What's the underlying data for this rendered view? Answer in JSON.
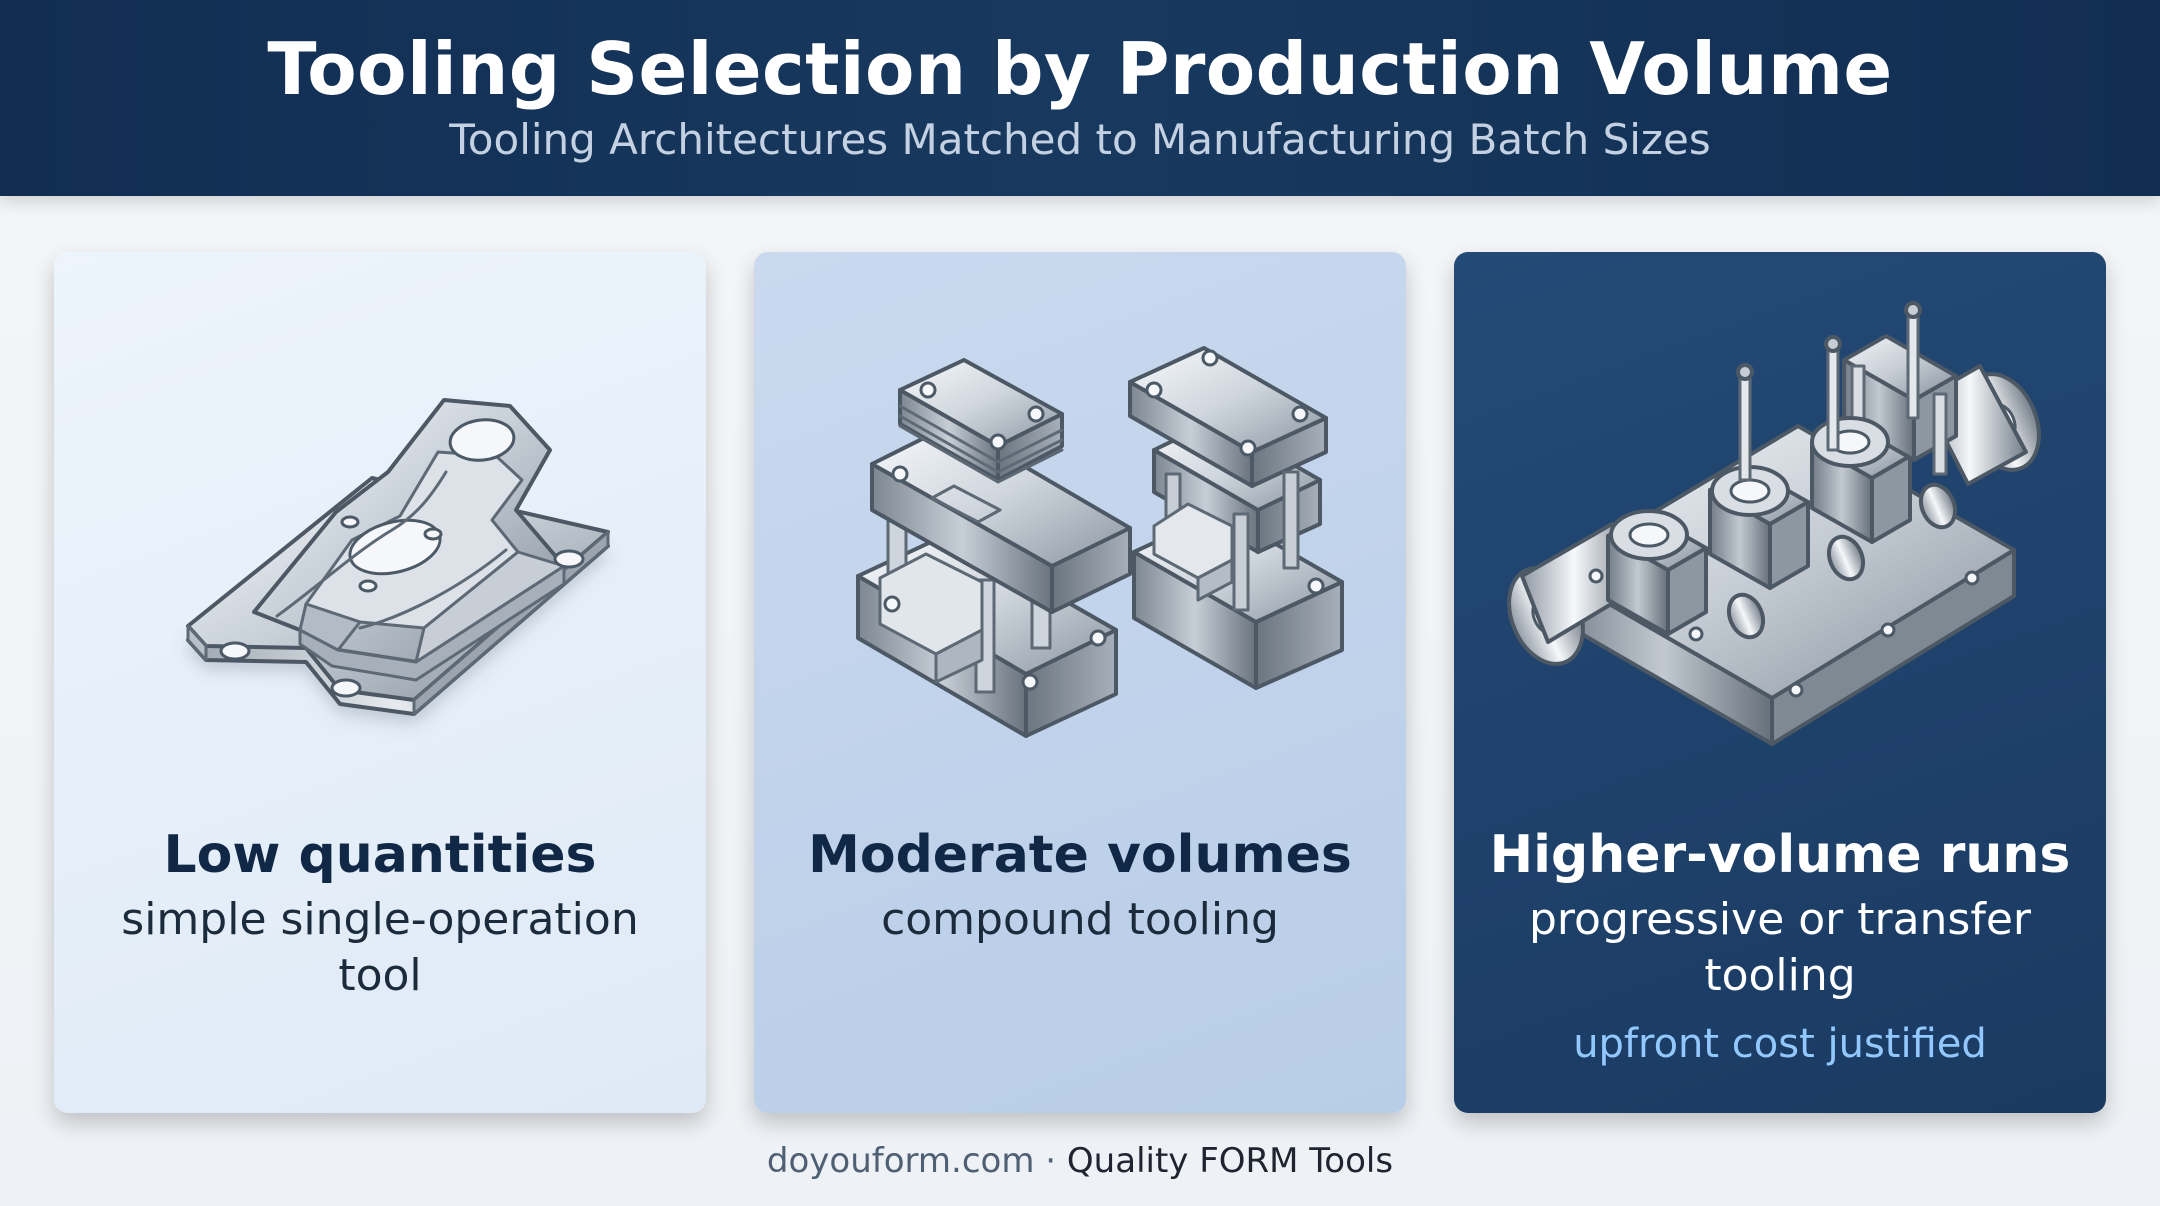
{
  "header": {
    "title": "Tooling Selection by Production Volume",
    "subtitle": "Tooling Architectures Matched to Manufacturing Batch Sizes"
  },
  "cards": [
    {
      "title": "Low quantities",
      "description": "simple single-operation tool",
      "icon": "stamped-bracket-icon"
    },
    {
      "title": "Moderate volumes",
      "description": "compound tooling",
      "icon": "compound-die-icon"
    },
    {
      "title": "Higher-volume runs",
      "description": "progressive or transfer tooling",
      "note": "upfront cost justified",
      "icon": "progressive-tooling-icon"
    }
  ],
  "footer": {
    "domain": "doyouform.com",
    "separator": "·",
    "brand": "Quality FORM Tools"
  },
  "colors": {
    "header_background": "#15345a",
    "low_card": "#e6f0fa",
    "moderate_card": "#bfd3ec",
    "high_card": "#1f426d",
    "accent": "#93c8ff"
  }
}
